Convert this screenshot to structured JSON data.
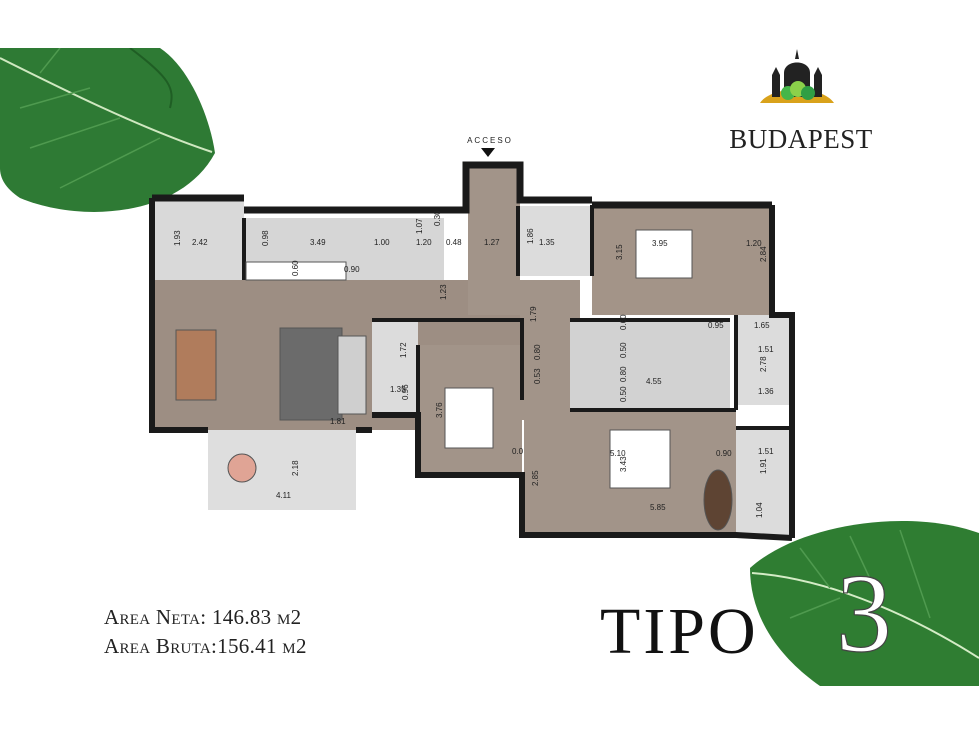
{
  "brand": {
    "name": "BUDAPEST",
    "logo_icon": "cathedral-logo-icon"
  },
  "entry": {
    "label": "ACCESO"
  },
  "floorplan": {
    "dimensions": [
      {
        "id": "d1",
        "text": "1.93"
      },
      {
        "id": "d2",
        "text": "2.42"
      },
      {
        "id": "d3",
        "text": "0.98"
      },
      {
        "id": "d4",
        "text": "3.49"
      },
      {
        "id": "d5",
        "text": "1.00"
      },
      {
        "id": "d6",
        "text": "1.07"
      },
      {
        "id": "d7",
        "text": "0.30"
      },
      {
        "id": "d8",
        "text": "1.20"
      },
      {
        "id": "d9",
        "text": "0.48"
      },
      {
        "id": "d10",
        "text": "1.27"
      },
      {
        "id": "d11",
        "text": "1.86"
      },
      {
        "id": "d12",
        "text": "1.35"
      },
      {
        "id": "d13",
        "text": "3.95"
      },
      {
        "id": "d14",
        "text": "3.15"
      },
      {
        "id": "d15",
        "text": "1.20"
      },
      {
        "id": "d16",
        "text": "2.84"
      },
      {
        "id": "d17",
        "text": "0.60"
      },
      {
        "id": "d18",
        "text": "0.90"
      },
      {
        "id": "d19",
        "text": "1.23"
      },
      {
        "id": "d20",
        "text": "1.79"
      },
      {
        "id": "d21",
        "text": "0.60"
      },
      {
        "id": "d22",
        "text": "0.95"
      },
      {
        "id": "d23",
        "text": "1.65"
      },
      {
        "id": "d24",
        "text": "1.51"
      },
      {
        "id": "d25",
        "text": "2.78"
      },
      {
        "id": "d26",
        "text": "1.36"
      },
      {
        "id": "d27",
        "text": "1.72"
      },
      {
        "id": "d28",
        "text": "1.35"
      },
      {
        "id": "d29",
        "text": "0.96"
      },
      {
        "id": "d30",
        "text": "0.50"
      },
      {
        "id": "d31",
        "text": "0.80"
      },
      {
        "id": "d32",
        "text": "0.50"
      },
      {
        "id": "d33",
        "text": "4.55"
      },
      {
        "id": "d34",
        "text": "0.53"
      },
      {
        "id": "d35",
        "text": "0.80"
      },
      {
        "id": "d36",
        "text": "3.76"
      },
      {
        "id": "d37",
        "text": "1.81"
      },
      {
        "id": "d38",
        "text": "2.18"
      },
      {
        "id": "d39",
        "text": "4.11"
      },
      {
        "id": "d40",
        "text": "0.0"
      },
      {
        "id": "d41",
        "text": "5.10"
      },
      {
        "id": "d42",
        "text": "3.43"
      },
      {
        "id": "d43",
        "text": "0.90"
      },
      {
        "id": "d44",
        "text": "1.51"
      },
      {
        "id": "d45",
        "text": "1.91"
      },
      {
        "id": "d46",
        "text": "2.85"
      },
      {
        "id": "d47",
        "text": "5.85"
      },
      {
        "id": "d48",
        "text": "1.04"
      }
    ]
  },
  "areas": {
    "net_label": "Area Neta:",
    "net_value": "146.83 m2",
    "gross_label": "Area Bruta:",
    "gross_value": "156.41 m2"
  },
  "type": {
    "word": "TIPO",
    "number": "3"
  },
  "decor": {
    "leaf_icons": [
      "tropical-leaf-icon",
      "tropical-leaf-icon"
    ]
  },
  "colors": {
    "floor": "#9a8a7e",
    "wall": "#1a1a1a",
    "tile": "#d8d8d8",
    "leaf": "#2f7d32"
  }
}
